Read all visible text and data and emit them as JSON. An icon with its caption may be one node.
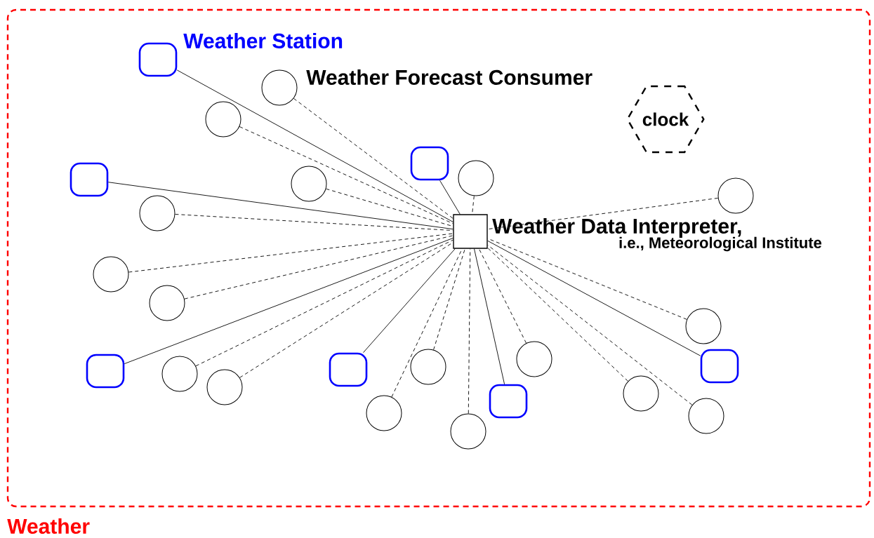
{
  "diagram": {
    "nodes": [
      {
        "text": [
          "Weather"
        ]
      },
      {
        "text": [],
        "shape": "box",
        "beside": [
          "Weather Station"
        ],
        "in": 0
      },
      {
        "text": [],
        "shape": "circle",
        "beside": [
          "Weather Forecast Consumer"
        ],
        "in": 0
      },
      {
        "text": [],
        "shape": "circle",
        "in": 0
      },
      {
        "text": [
          "clock"
        ],
        "in": 0
      },
      {
        "text": [],
        "shape": "box",
        "in": 0
      },
      {
        "text": [],
        "shape": "box",
        "in": 0
      },
      {
        "text": [],
        "shape": "circle",
        "in": 0
      },
      {
        "text": [],
        "shape": "circle",
        "in": 0
      },
      {
        "text": [],
        "shape": "circle",
        "in": 0
      },
      {
        "text": [],
        "shape": "circle",
        "in": 0
      },
      {
        "text": [],
        "shape": "square",
        "beside": [
          "Weather Data Interpreter,",
          "i.e., Meteorological Institute"
        ],
        "in": 0
      },
      {
        "text": [],
        "shape": "circle",
        "in": 0
      },
      {
        "text": [],
        "shape": "circle",
        "in": 0
      },
      {
        "text": [],
        "shape": "circle",
        "in": 0
      },
      {
        "text": [],
        "shape": "circle",
        "in": 0
      },
      {
        "text": [],
        "shape": "box",
        "in": 0
      },
      {
        "text": [],
        "shape": "circle",
        "in": 0
      },
      {
        "text": [],
        "shape": "box",
        "in": 0
      },
      {
        "text": [],
        "shape": "box",
        "in": 0
      },
      {
        "text": [],
        "shape": "circle",
        "in": 0
      },
      {
        "text": [],
        "shape": "circle",
        "in": 0
      },
      {
        "text": [],
        "shape": "circle",
        "in": 0
      },
      {
        "text": [],
        "shape": "box",
        "in": 0
      },
      {
        "text": [],
        "shape": "circle",
        "in": 0
      },
      {
        "text": [],
        "shape": "circle",
        "in": 0
      },
      {
        "text": [],
        "shape": "circle",
        "in": 0
      }
    ],
    "edges": [
      {
        "from": 1,
        "to": 11,
        "arrow": "none"
      },
      {
        "from": 2,
        "to": 11,
        "arrow": "none",
        "style": "dashed"
      },
      {
        "from": 3,
        "to": 11,
        "arrow": "none",
        "style": "dashed"
      },
      {
        "from": 5,
        "to": 11,
        "arrow": "none"
      },
      {
        "from": 6,
        "to": 11,
        "arrow": "none"
      },
      {
        "from": 7,
        "to": 11,
        "arrow": "none",
        "style": "dashed"
      },
      {
        "from": 8,
        "to": 11,
        "arrow": "none",
        "style": "dashed"
      },
      {
        "from": 9,
        "to": 11,
        "arrow": "none",
        "style": "dashed"
      },
      {
        "from": 10,
        "to": 11,
        "arrow": "none",
        "style": "dashed"
      },
      {
        "from": 12,
        "to": 11,
        "arrow": "none",
        "style": "dashed"
      },
      {
        "from": 13,
        "to": 11,
        "arrow": "none",
        "style": "dashed"
      },
      {
        "from": 14,
        "to": 11,
        "arrow": "none",
        "style": "dashed"
      },
      {
        "from": 15,
        "to": 11,
        "arrow": "none",
        "style": "dashed"
      },
      {
        "from": 16,
        "to": 11,
        "arrow": "none"
      },
      {
        "from": 17,
        "to": 11,
        "arrow": "none",
        "style": "dashed"
      },
      {
        "from": 18,
        "to": 11,
        "arrow": "none"
      },
      {
        "from": 19,
        "to": 11,
        "arrow": "none"
      },
      {
        "from": 20,
        "to": 11,
        "arrow": "none",
        "style": "dashed"
      },
      {
        "from": 21,
        "to": 11,
        "arrow": "none",
        "style": "dashed"
      },
      {
        "from": 22,
        "to": 11,
        "arrow": "none",
        "style": "dashed"
      },
      {
        "from": 23,
        "to": 11,
        "arrow": "none"
      },
      {
        "from": 24,
        "to": 11,
        "arrow": "none",
        "style": "dashed"
      },
      {
        "from": 25,
        "to": 11,
        "arrow": "none",
        "style": "dashed"
      },
      {
        "from": 26,
        "to": 11,
        "arrow": "none",
        "style": "dashed"
      }
    ]
  }
}
